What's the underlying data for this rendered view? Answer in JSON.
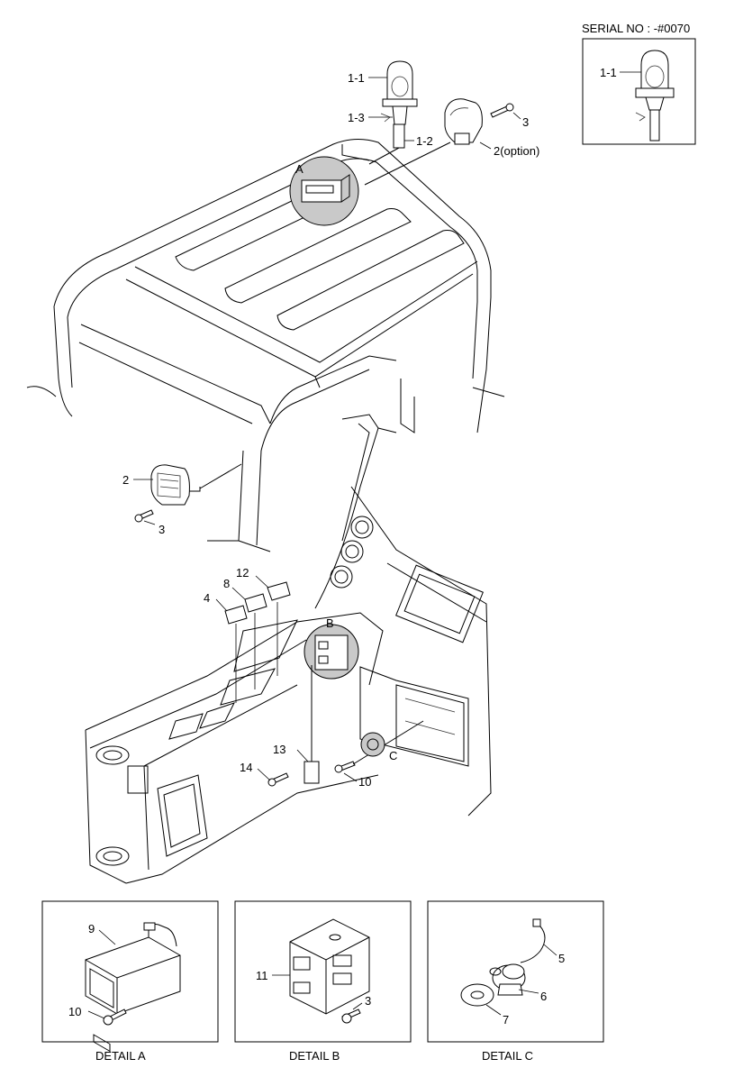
{
  "serial": {
    "text": "SERIAL NO : -#0070"
  },
  "labels": {
    "l_1_1_top": "1-1",
    "l_1_3": "1-3",
    "l_1_2": "1-2",
    "l_3_top": "3",
    "l_2_option": "2(option)",
    "l_A": "A",
    "l_2_left": "2",
    "l_3_left": "3",
    "l_12": "12",
    "l_8": "8",
    "l_4": "4",
    "l_B": "B",
    "l_13": "13",
    "l_14": "14",
    "l_10_main": "10",
    "l_C": "C",
    "l_1_1_inset": "1-1"
  },
  "details": {
    "a": {
      "title": "DETAIL A",
      "labels": {
        "p9": "9",
        "p10": "10"
      }
    },
    "b": {
      "title": "DETAIL B",
      "labels": {
        "p11": "11",
        "p3": "3"
      }
    },
    "c": {
      "title": "DETAIL C",
      "labels": {
        "p5": "5",
        "p6": "6",
        "p7": "7"
      }
    }
  }
}
